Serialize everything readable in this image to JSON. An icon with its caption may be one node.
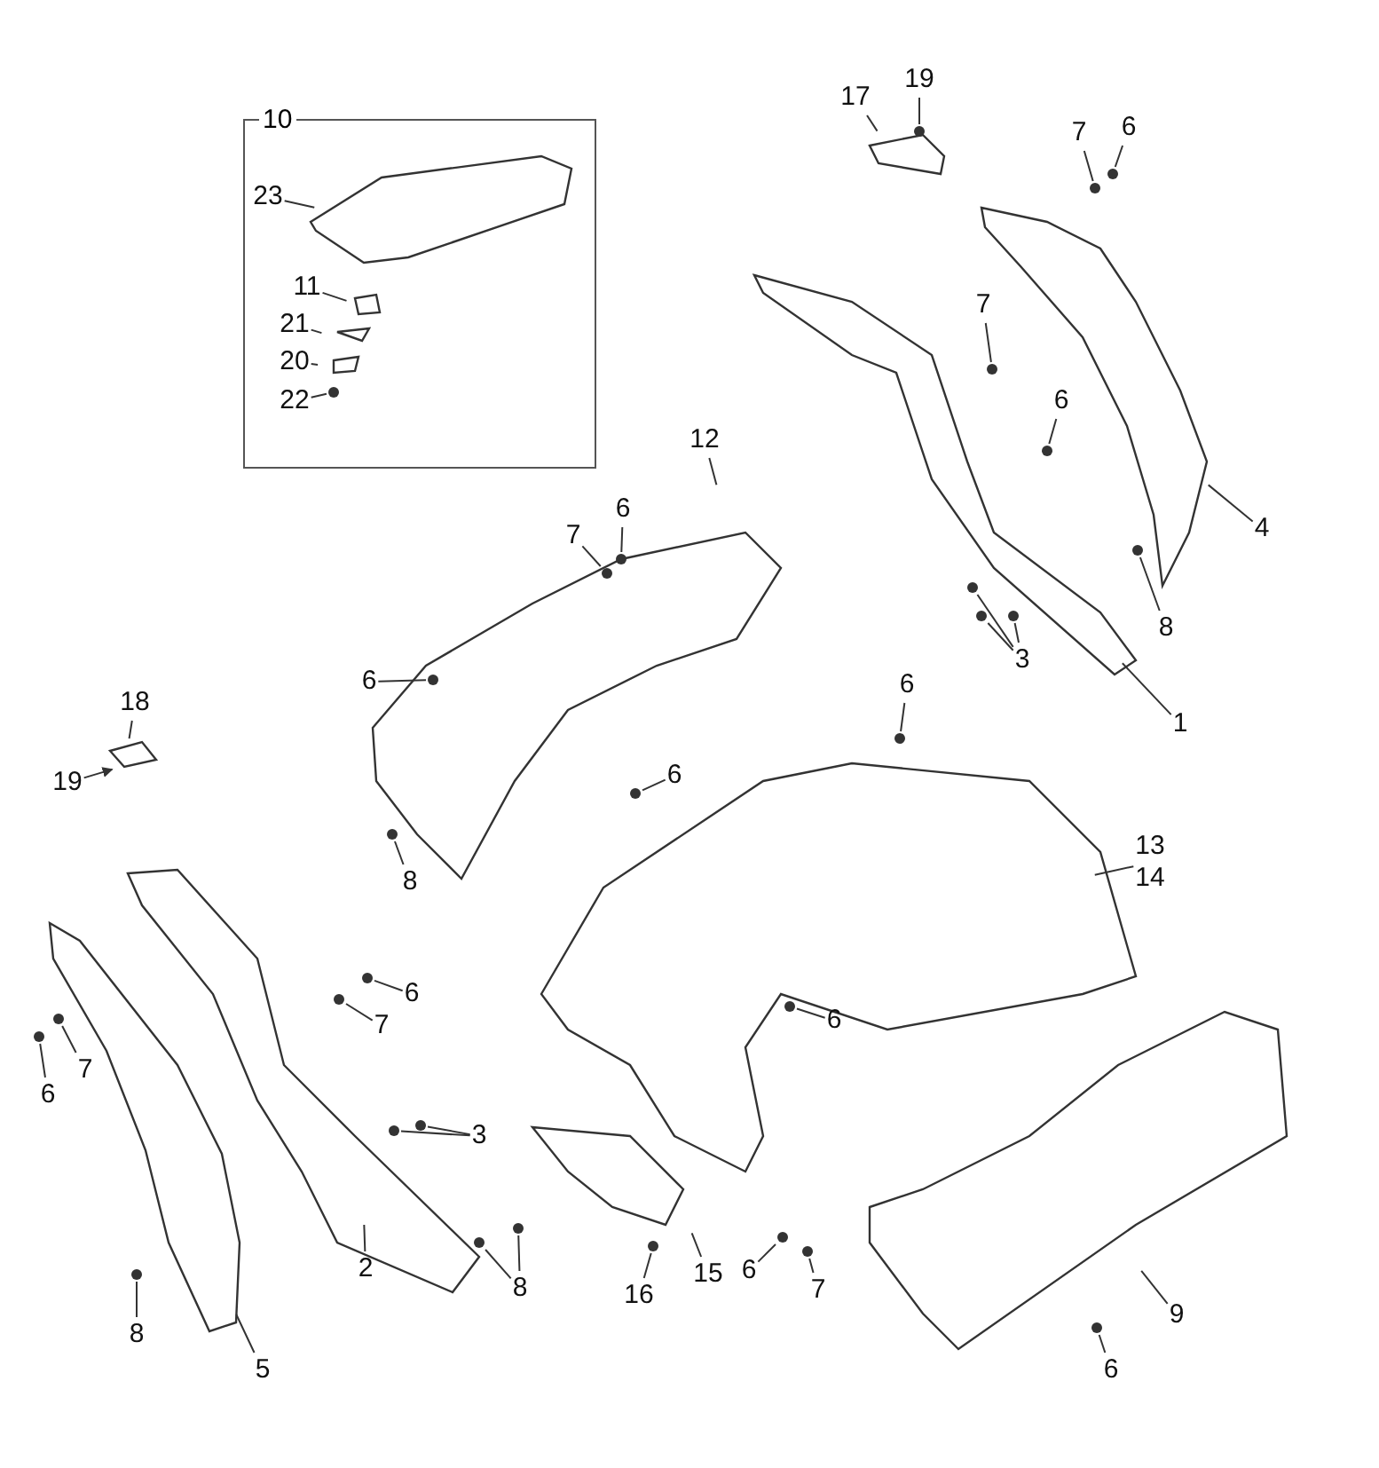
{
  "diagram": {
    "nodes": [
      {
        "text": [
          "10"
        ]
      },
      {
        "text": [
          "23"
        ],
        "in": 0
      },
      {
        "text": [
          "11"
        ],
        "in": 0
      },
      {
        "text": [
          "21"
        ],
        "in": 0
      },
      {
        "text": [
          "20"
        ],
        "in": 0
      },
      {
        "text": [
          "22"
        ],
        "in": 0
      },
      {
        "text": [
          "17"
        ]
      },
      {
        "text": [
          "19"
        ]
      },
      {
        "text": [
          "7"
        ]
      },
      {
        "text": [
          "6"
        ]
      },
      {
        "text": [
          "7"
        ]
      },
      {
        "text": [
          "6"
        ]
      },
      {
        "text": [
          "12"
        ]
      },
      {
        "text": [
          "7"
        ]
      },
      {
        "text": [
          "6"
        ]
      },
      {
        "text": [
          "4"
        ]
      },
      {
        "text": [
          "8"
        ]
      },
      {
        "text": [
          "3"
        ]
      },
      {
        "text": [
          "6"
        ]
      },
      {
        "text": [
          "18"
        ]
      },
      {
        "text": [
          "1"
        ]
      },
      {
        "text": [
          "6"
        ]
      },
      {
        "text": [
          "19"
        ]
      },
      {
        "text": [
          "6"
        ]
      },
      {
        "text": [
          "13",
          "14"
        ]
      },
      {
        "text": [
          "8"
        ]
      },
      {
        "text": [
          "6"
        ]
      },
      {
        "text": [
          "7"
        ]
      },
      {
        "text": [
          "6"
        ]
      },
      {
        "text": [
          "7"
        ]
      },
      {
        "text": [
          "6"
        ]
      },
      {
        "text": [
          "3"
        ]
      },
      {
        "text": [
          "2"
        ]
      },
      {
        "text": [
          "8"
        ]
      },
      {
        "text": [
          "15"
        ]
      },
      {
        "text": [
          "6"
        ]
      },
      {
        "text": [
          "7"
        ]
      },
      {
        "text": [
          "16"
        ]
      },
      {
        "text": [
          "9"
        ]
      },
      {
        "text": [
          "8"
        ]
      },
      {
        "text": [
          "5"
        ]
      },
      {
        "text": [
          "6"
        ]
      },
      {
        "text": [],
        "shape": "circle",
        "in": 0
      },
      {
        "text": [],
        "shape": "circle"
      },
      {
        "text": [],
        "shape": "circle"
      },
      {
        "text": [],
        "shape": "circle"
      },
      {
        "text": [],
        "shape": "circle"
      },
      {
        "text": [],
        "shape": "circle"
      },
      {
        "text": [],
        "shape": "circle"
      },
      {
        "text": [],
        "shape": "circle"
      },
      {
        "text": [],
        "shape": "circle"
      },
      {
        "text": [],
        "shape": "circle"
      },
      {
        "text": [],
        "shape": "circle"
      },
      {
        "text": [],
        "shape": "circle"
      },
      {
        "text": [],
        "shape": "circle"
      },
      {
        "text": [],
        "shape": "circle"
      },
      {
        "text": [],
        "shape": "circle"
      },
      {
        "text": [],
        "shape": "circle"
      },
      {
        "text": [],
        "shape": "circle"
      },
      {
        "text": [],
        "shape": "circle"
      },
      {
        "text": [],
        "shape": "circle"
      },
      {
        "text": [],
        "shape": "circle"
      },
      {
        "text": [],
        "shape": "circle"
      },
      {
        "text": [],
        "shape": "circle"
      },
      {
        "text": [],
        "shape": "circle"
      },
      {
        "text": [],
        "shape": "circle"
      },
      {
        "text": [],
        "shape": "circle"
      },
      {
        "text": [],
        "shape": "circle"
      },
      {
        "text": [],
        "shape": "circle"
      },
      {
        "text": [],
        "shape": "circle"
      },
      {
        "text": [],
        "shape": "circle"
      },
      {
        "text": [],
        "shape": "circle"
      }
    ],
    "edges": [
      {
        "from": 1,
        "to": null,
        "arrow": "none"
      },
      {
        "from": 2,
        "to": null,
        "arrow": "none"
      },
      {
        "from": 3,
        "to": null,
        "arrow": "none"
      },
      {
        "from": 4,
        "to": null,
        "arrow": "none"
      },
      {
        "from": 5,
        "to": 42,
        "arrow": "none"
      },
      {
        "from": 6,
        "to": null,
        "arrow": "none"
      },
      {
        "from": 7,
        "to": 43,
        "arrow": "none"
      },
      {
        "from": 8,
        "to": 44,
        "arrow": "none"
      },
      {
        "from": 9,
        "to": 45,
        "arrow": "none"
      },
      {
        "from": 10,
        "to": 46,
        "arrow": "none"
      },
      {
        "from": 11,
        "to": 47,
        "arrow": "none"
      },
      {
        "from": 12,
        "to": null,
        "arrow": "none"
      },
      {
        "from": 13,
        "to": 48,
        "arrow": "none"
      },
      {
        "from": 14,
        "to": 49,
        "arrow": "none"
      },
      {
        "from": 15,
        "to": null,
        "arrow": "none"
      },
      {
        "from": 16,
        "to": 50,
        "arrow": "none"
      },
      {
        "from": 17,
        "to": 51,
        "arrow": "none"
      },
      {
        "from": 17,
        "to": 52,
        "arrow": "none"
      },
      {
        "from": 17,
        "to": 53,
        "arrow": "none"
      },
      {
        "from": 18,
        "to": 54,
        "arrow": "none"
      },
      {
        "from": 19,
        "to": null,
        "arrow": "none"
      },
      {
        "from": 20,
        "to": null,
        "arrow": "none"
      },
      {
        "from": 21,
        "to": 55,
        "arrow": "none"
      },
      {
        "from": 22,
        "to": null,
        "arrow": "to"
      },
      {
        "from": 23,
        "to": 56,
        "arrow": "none"
      },
      {
        "from": 24,
        "to": null,
        "arrow": "none"
      },
      {
        "from": 25,
        "to": 57,
        "arrow": "none"
      },
      {
        "from": 26,
        "to": 58,
        "arrow": "none"
      },
      {
        "from": 27,
        "to": 59,
        "arrow": "none"
      },
      {
        "from": 28,
        "to": 60,
        "arrow": "none"
      },
      {
        "from": 29,
        "to": 61,
        "arrow": "none"
      },
      {
        "from": 30,
        "to": 62,
        "arrow": "none"
      },
      {
        "from": 31,
        "to": 63,
        "arrow": "none"
      },
      {
        "from": 31,
        "to": 64,
        "arrow": "none"
      },
      {
        "from": 32,
        "to": null,
        "arrow": "none"
      },
      {
        "from": 33,
        "to": 65,
        "arrow": "none"
      },
      {
        "from": 33,
        "to": 66,
        "arrow": "none"
      },
      {
        "from": 34,
        "to": null,
        "arrow": "none"
      },
      {
        "from": 35,
        "to": 67,
        "arrow": "none"
      },
      {
        "from": 36,
        "to": 68,
        "arrow": "none"
      },
      {
        "from": 37,
        "to": 69,
        "arrow": "none"
      },
      {
        "from": 38,
        "to": null,
        "arrow": "none"
      },
      {
        "from": 39,
        "to": 70,
        "arrow": "none"
      },
      {
        "from": 40,
        "to": null,
        "arrow": "none"
      },
      {
        "from": 41,
        "to": 71,
        "arrow": "none"
      }
    ]
  }
}
